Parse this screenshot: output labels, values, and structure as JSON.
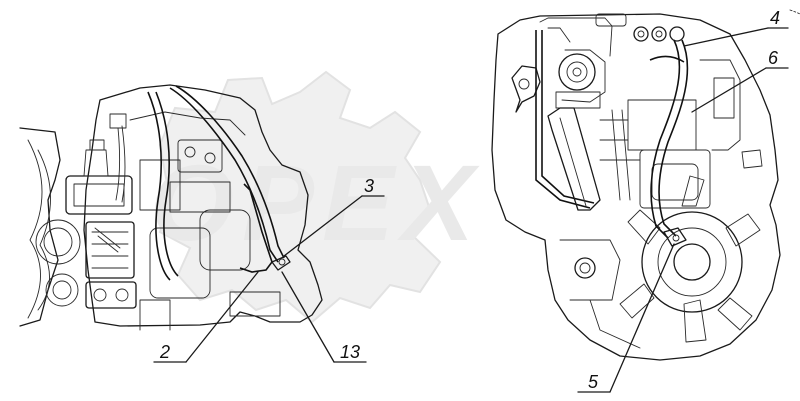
{
  "watermark": {
    "text": "OPEX"
  },
  "callouts": [
    {
      "id": "4",
      "label": "4"
    },
    {
      "id": "6",
      "label": "6"
    },
    {
      "id": "3",
      "label": "3"
    },
    {
      "id": "2",
      "label": "2"
    },
    {
      "id": "13",
      "label": "13"
    },
    {
      "id": "5",
      "label": "5"
    }
  ]
}
